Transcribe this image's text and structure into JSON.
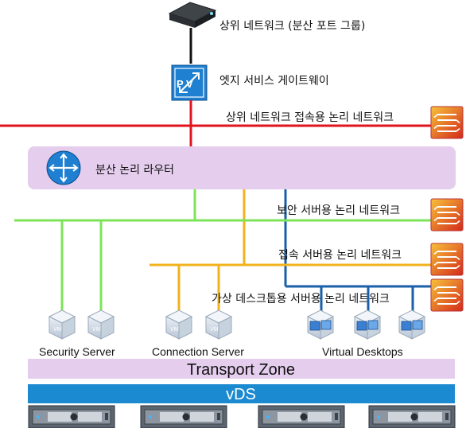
{
  "labels": {
    "upstream_network": "상위 네트워크 (분산 포트 그룹)",
    "edge_gateway": "엣지 서비스 게이트웨이",
    "upstream_logical_network": "상위 네트워크 접속용 논리 네트워크",
    "distributed_router": "분산 논리 라우터",
    "security_logical_network": "보안 서버용 논리 네트워크",
    "connection_logical_network": "접속 서버용 논리 네트워크",
    "desktop_logical_network": "가상 데스크톱용 서버용 논리 네트워크",
    "security_server": "Security Server",
    "connection_server": "Connection Server",
    "virtual_desktops": "Virtual Desktops",
    "transport_zone": "Transport Zone",
    "vds": "vDS",
    "vm_tag": "VM",
    "edge_tag": "P V"
  },
  "colors": {
    "red_network": "#e0141e",
    "green_network": "#7de35a",
    "orange_network": "#f2b21c",
    "blue_network": "#1a5fa8",
    "router_bar": "#e5cdee",
    "transport_zone": "#e5cdee",
    "vds": "#1b8ad0"
  },
  "icons": {
    "upstream": "network-switch-icon",
    "edge": "edge-gateway-icon",
    "router": "router-icon",
    "firewall": "firewall-icon",
    "vm": "vm-cube-icon",
    "desktop": "virtual-desktop-icon",
    "host": "server-host-icon"
  }
}
